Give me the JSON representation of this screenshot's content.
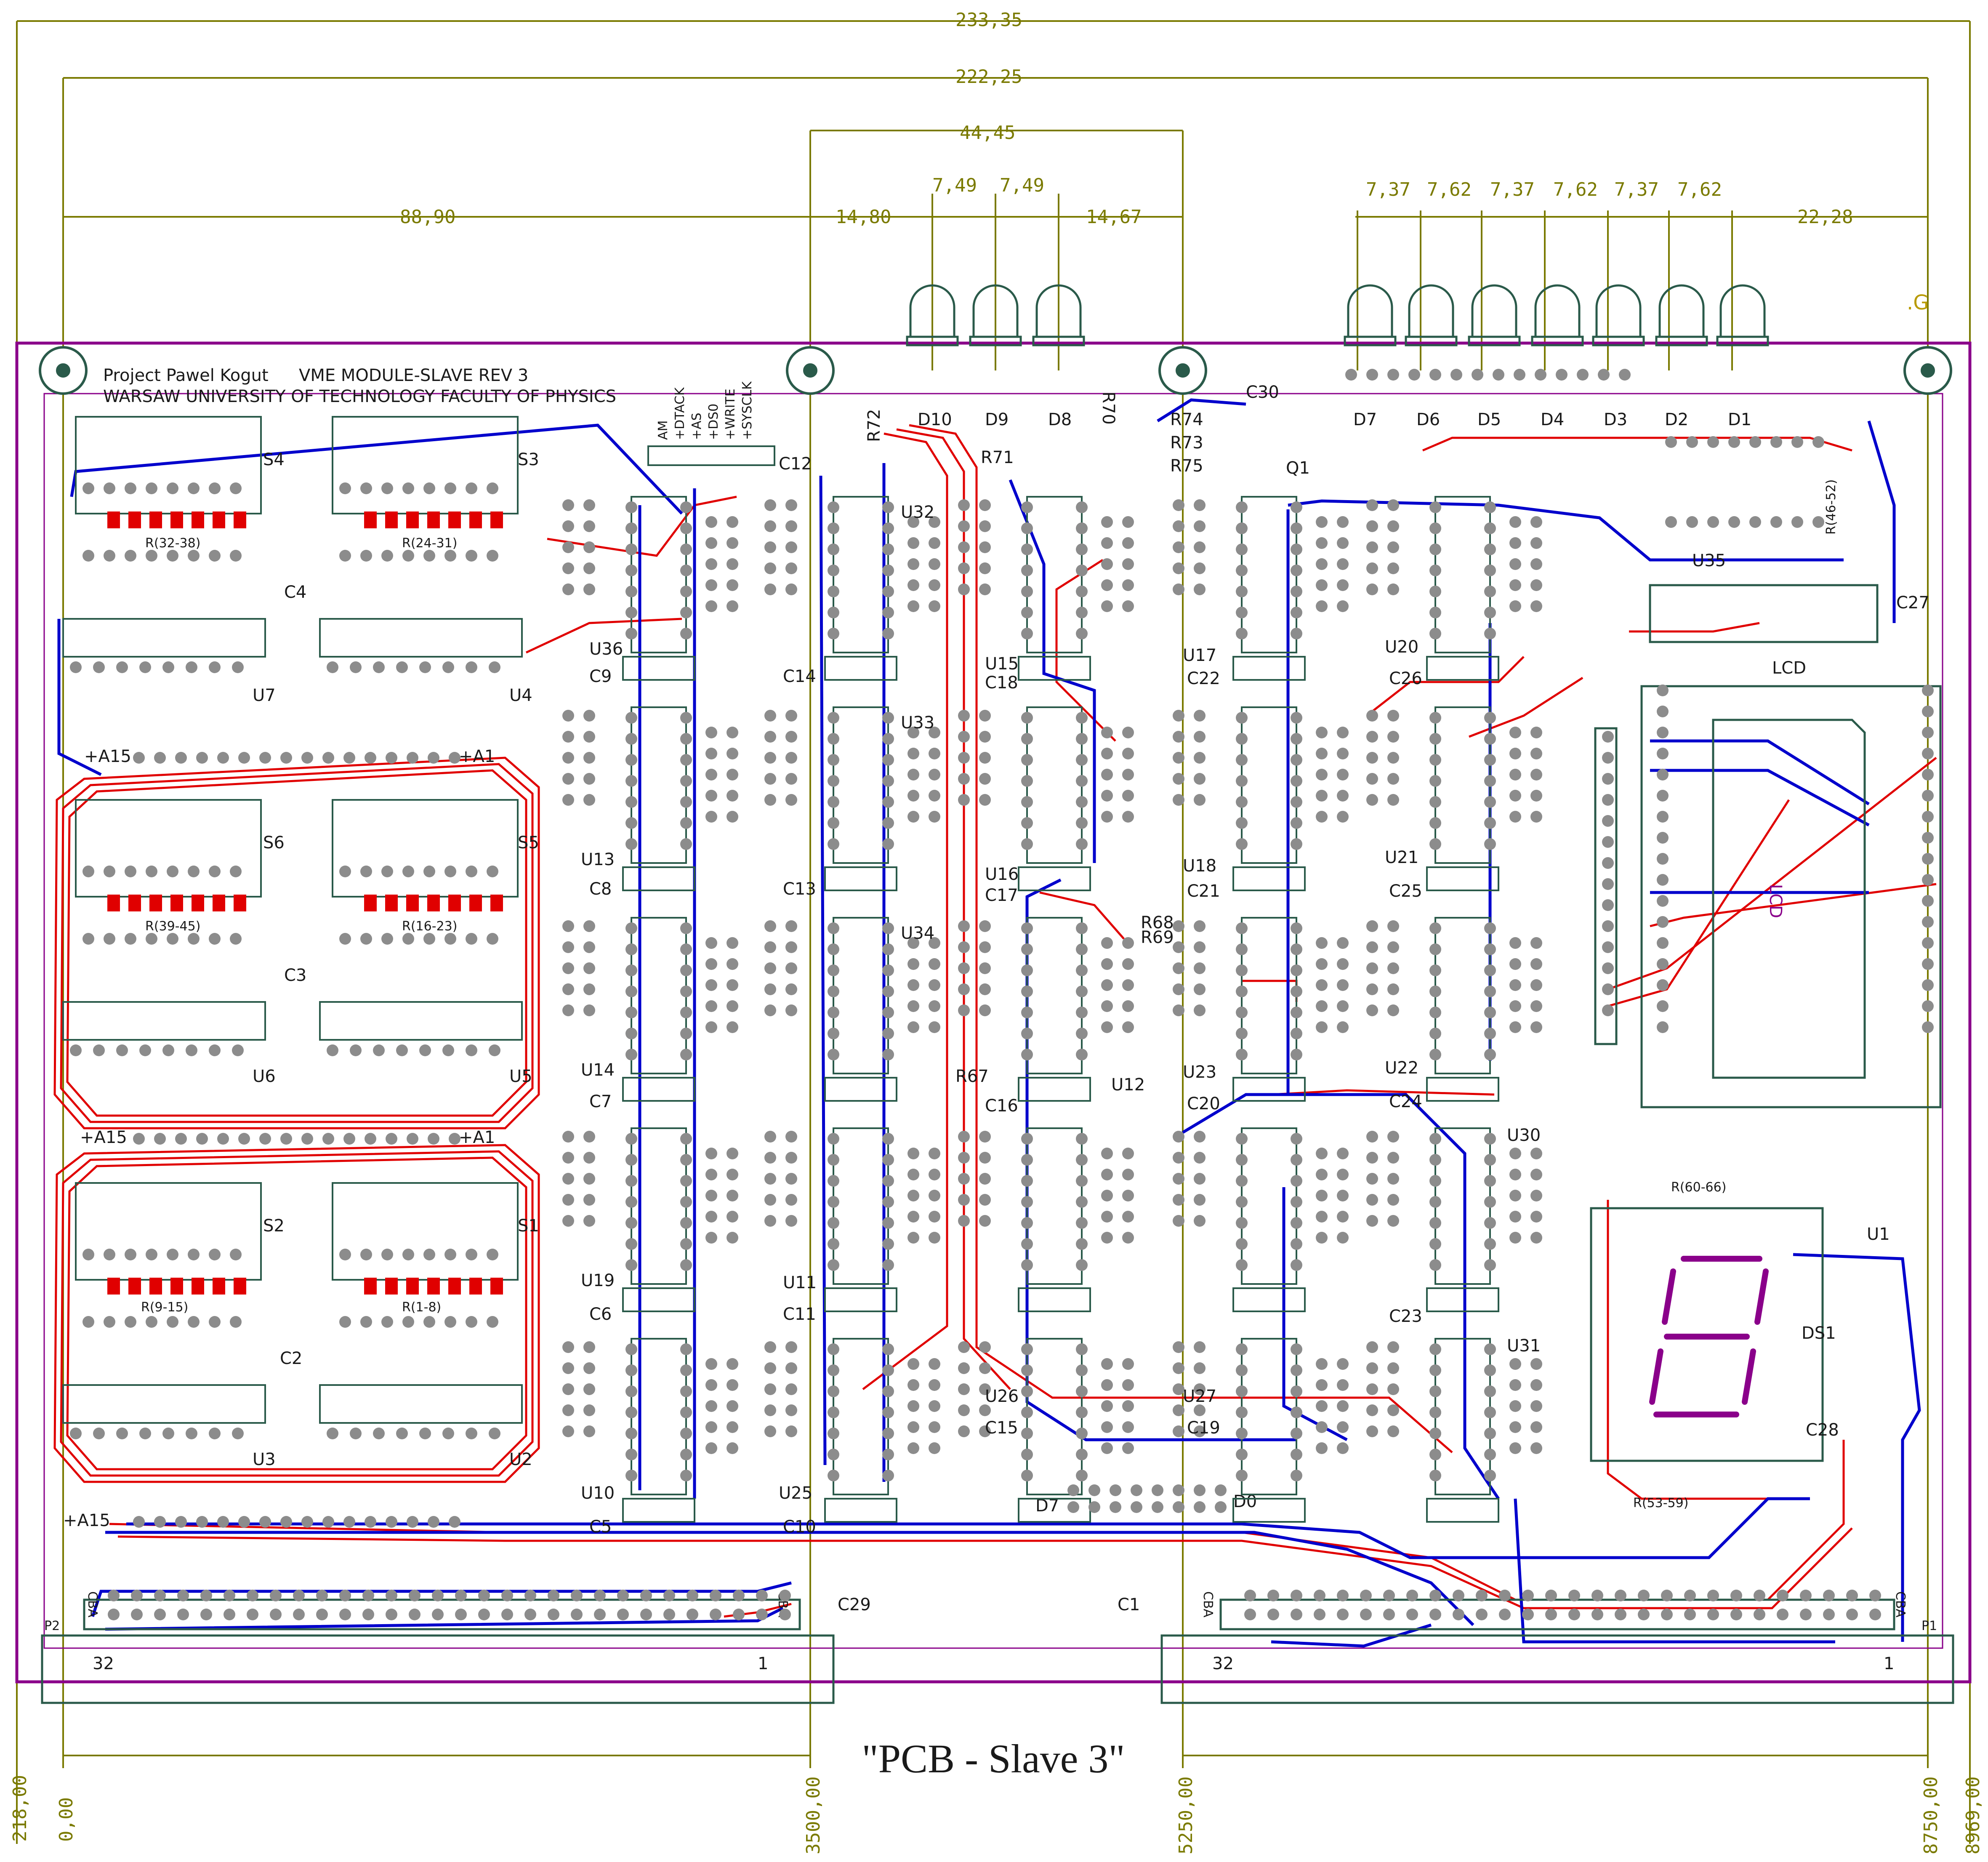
{
  "caption": "\"PCB - Slave 3\"",
  "project": {
    "line1": "Project Pawel Kogut",
    "line2": "VME MODULE-SLAVE REV 3",
    "line3": "WARSAW UNIVERSITY OF TECHNOLOGY FACULTY OF PHYSICS"
  },
  "dimensions": {
    "overall": "233,35",
    "inner": "222,25",
    "center": "44,45",
    "left": "88,90",
    "mid_left": "14,80",
    "mid_a": "7,49",
    "mid_b": "7,49",
    "mid_right": "14,67",
    "led_spacing": [
      "7,37",
      "7,62",
      "7,37",
      "7,62",
      "7,37",
      "7,62"
    ],
    "right": "22,28"
  },
  "bottom_coords": [
    "218,00",
    "0,00",
    "3500,00",
    "5250,00",
    "8750,00",
    "8969,00"
  ],
  "vme_signals": [
    "AM",
    "+DTACK",
    "+AS",
    "+DS0",
    "+WRITE",
    "+SYSCLK"
  ],
  "leds": [
    "D10",
    "D9",
    "D8",
    "D7",
    "D6",
    "D5",
    "D4",
    "D3",
    "D2",
    "D1"
  ],
  "ics_left": [
    "U7",
    "U4",
    "U6",
    "U5",
    "U3",
    "U2",
    "U36",
    "U13",
    "U14",
    "U19",
    "U10",
    "U25",
    "U32",
    "U33",
    "U34",
    "U11",
    "U15",
    "U16",
    "U12",
    "U26",
    "U17",
    "U18",
    "U23",
    "U27",
    "U20",
    "U21",
    "U22",
    "U30",
    "U31",
    "U35",
    "U1"
  ],
  "switches": [
    "S4",
    "S3",
    "S6",
    "S5",
    "S2",
    "S1"
  ],
  "caps": [
    "C4",
    "C3",
    "C2",
    "C9",
    "C8",
    "C7",
    "C6",
    "C5",
    "C12",
    "C14",
    "C13",
    "C11",
    "C10",
    "C18",
    "C17",
    "C16",
    "C15",
    "C22",
    "C21",
    "C20",
    "C19",
    "C26",
    "C25",
    "C24",
    "C23",
    "C30",
    "C27",
    "C28",
    "C29",
    "C1"
  ],
  "resistor_arrays": [
    "R(32-38)",
    "R(24-31)",
    "R(39-45)",
    "R(16-23)",
    "R(9-15)",
    "R(1-8)",
    "R(46-52)",
    "R(60-66)",
    "R(53-59)"
  ],
  "resistors": [
    "R72",
    "R71",
    "R70",
    "R74",
    "R73",
    "R75",
    "R68",
    "R69",
    "R67"
  ],
  "misc": {
    "q1": "Q1",
    "lcd": "LCD",
    "lcd_body": "LCD",
    "ds1": "DS1",
    "p1": "P1",
    "p2": "P2",
    "bus_a15": "+A15",
    "bus_a1": "+A1",
    "d7": "D7",
    "d0": "D0",
    "cba": "CBA",
    "pin32": "32",
    "pin1": "1",
    "gold": ".G"
  },
  "colors": {
    "board_outline": "#8a008a",
    "top_copper": "#e00000",
    "bottom_copper": "#0000cc",
    "silkscreen": "#2a5a4a",
    "dimension": "#7a7a00",
    "pad": "#8c8c8c"
  }
}
